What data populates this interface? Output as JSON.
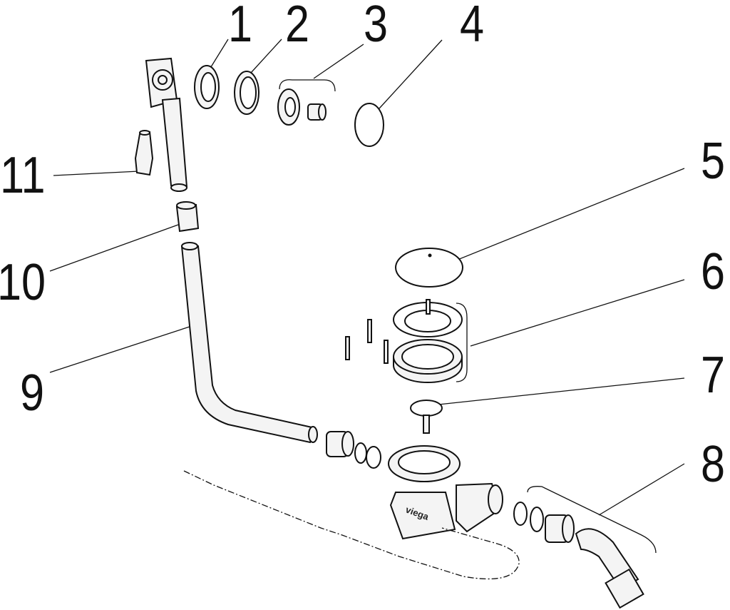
{
  "diagram": {
    "type": "exploded-parts-view",
    "labels": [
      "1",
      "2",
      "3",
      "4",
      "5",
      "6",
      "7",
      "8",
      "9",
      "10",
      "11"
    ],
    "brand_mark": "viega",
    "colors": {
      "line": "#111111",
      "background": "#ffffff",
      "fill": "#f4f4f4"
    }
  }
}
